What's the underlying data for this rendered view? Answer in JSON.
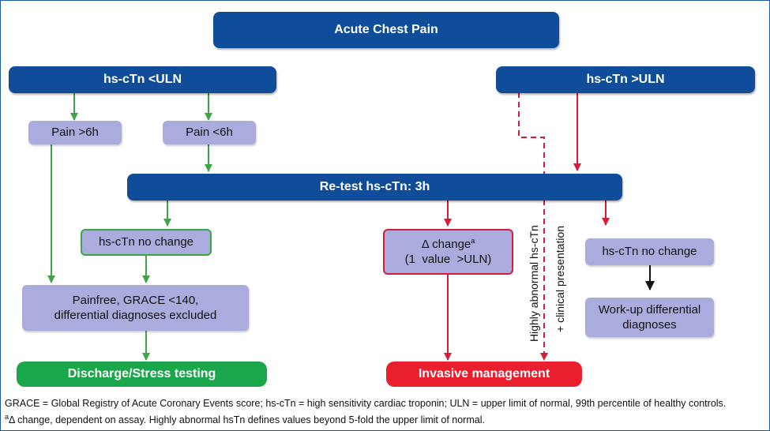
{
  "nodes": {
    "top": "Acute Chest Pain",
    "low": "hs-cTn <ULN",
    "high": "hs-cTn >ULN",
    "pain_gt6": "Pain >6h",
    "pain_lt6": "Pain <6h",
    "retest": "Re-test hs-cTn: 3h",
    "no_change_left": "hs-cTn no change",
    "delta_change": "Δ change",
    "delta_sup": "a",
    "delta_value": "(1  value  >ULN)",
    "no_change_right": "hs-cTn no change",
    "painfree_line1": "Painfree, GRACE <140,",
    "painfree_line2": "differential diagnoses excluded",
    "workup_line1": "Work-up differential",
    "workup_line2": "diagnoses",
    "discharge": "Discharge/Stress testing",
    "invasive": "Invasive management"
  },
  "side_label": {
    "line1": "Highly abnormal hs-cTn",
    "line2": "+ clinical presentation"
  },
  "footnote": {
    "line1": "GRACE = Global Registry of Acute Coronary Events score; hs-cTn = high sensitivity cardiac troponin; ULN = upper limit of normal, 99th percentile of healthy controls.",
    "line2_sup": "a",
    "line2": "Δ change, dependent on assay. Highly abnormal hsTn defines values beyond 5-fold the upper limit of normal."
  },
  "colors": {
    "green_arrow": "#3aa648",
    "red_arrow": "#d51d3a",
    "black_arrow": "#111111"
  }
}
